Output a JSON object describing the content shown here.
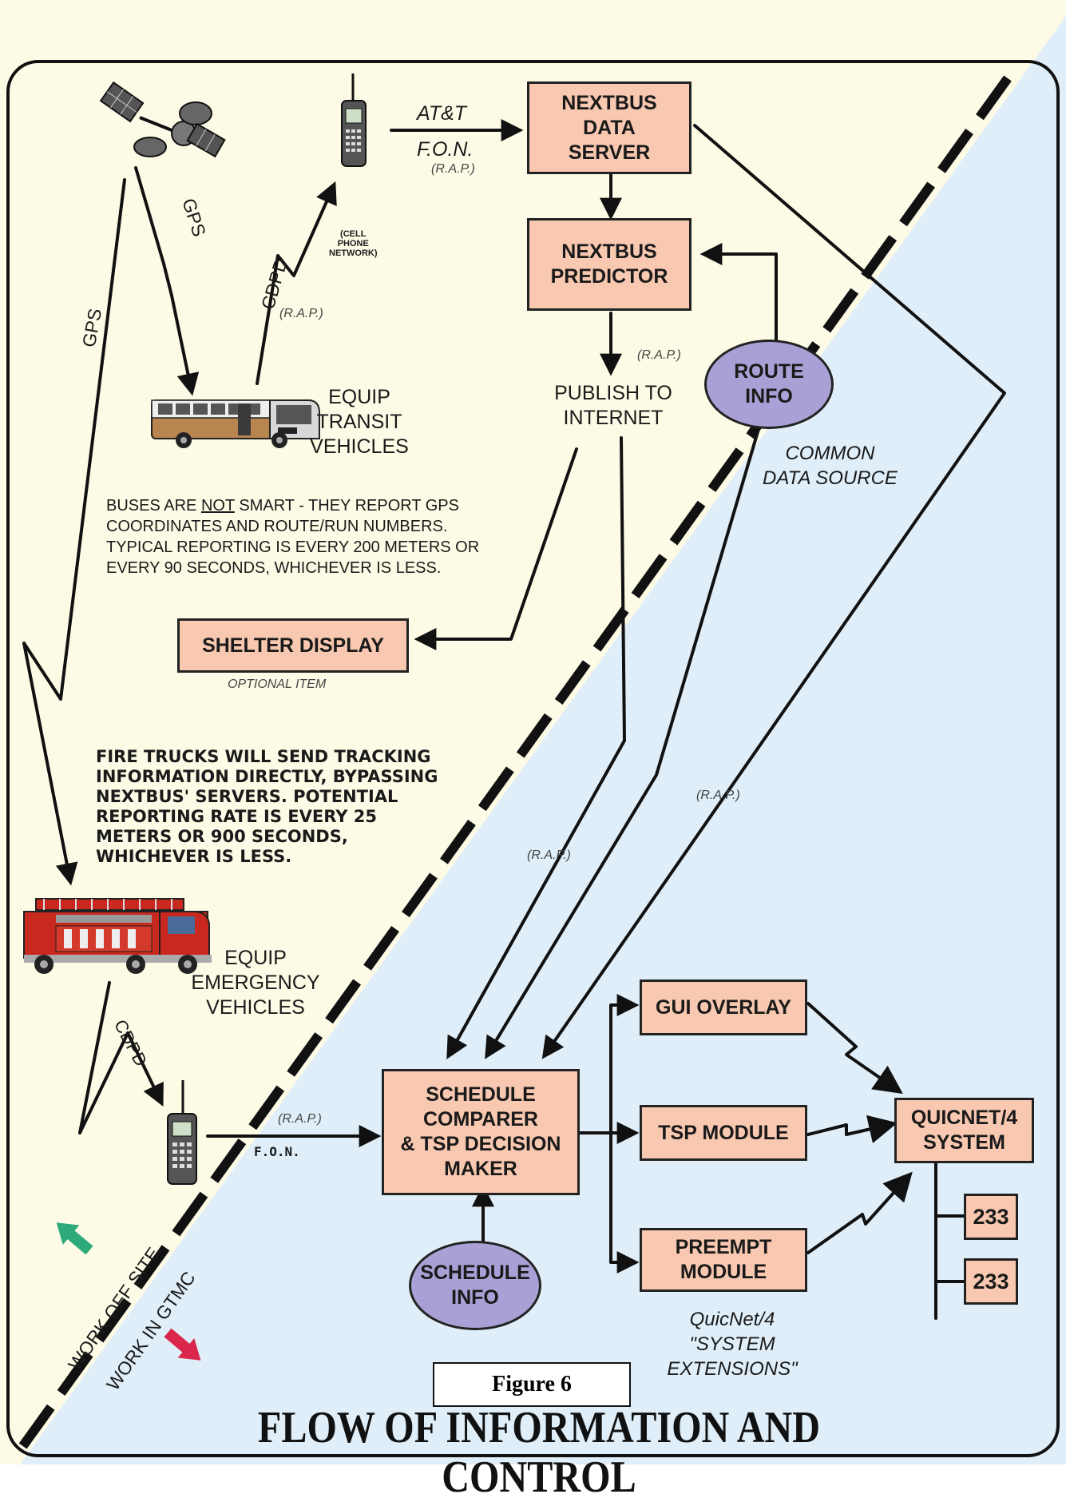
{
  "colors": {
    "upper_bg": "#fdfbe6",
    "lower_bg": "#dfeef8",
    "box_fill": "#f8c8b0",
    "oval_fill": "#a9a1d6",
    "arrow_up_green": "#2eaa7a",
    "arrow_down_red": "#d9264a"
  },
  "icons": [
    "satellite-icon",
    "cell-phone-icon",
    "bus-icon",
    "fire-truck-icon",
    "cell-phone-icon"
  ],
  "boxes": {
    "nextbus_server": "NEXTBUS\nDATA\nSERVER",
    "predictor": "NEXTBUS\nPREDICTOR",
    "shelter": "SHELTER DISPLAY",
    "comparer": "SCHEDULE\nCOMPARER\n& TSP DECISION\nMAKER",
    "gui": "GUI OVERLAY",
    "tsp": "TSP MODULE",
    "preempt": "PREEMPT\nMODULE",
    "quicnet": "QUICNET/4\nSYSTEM",
    "ctrl1": "233",
    "ctrl2": "233"
  },
  "ovals": {
    "route": "ROUTE\nINFO",
    "schedule": "SCHEDULE\nINFO"
  },
  "labels": {
    "att": "AT&T",
    "fon_top": "F.O.N.",
    "rap": "(R.A.P.)",
    "cell_network": "(CELL\nPHONE\nNETWORK)",
    "gps": "GPS",
    "cdpd": "CDPD",
    "equip_transit": "EQUIP\nTRANSIT\nVEHICLES",
    "publish": "PUBLISH TO\nINTERNET",
    "common": "COMMON\nDATA SOURCE",
    "buses_prefix": "BUSES ARE ",
    "buses_not": "NOT",
    "buses_rest": " SMART - THEY REPORT GPS\nCOORDINATES AND ROUTE/RUN NUMBERS.\nTYPICAL REPORTING IS EVERY 200 METERS OR\nEVERY 90 SECONDS, WHICHEVER IS LESS.",
    "optional": "OPTIONAL ITEM",
    "fire_note": "FIRE TRUCKS WILL SEND TRACKING\nINFORMATION DIRECTLY, BYPASSING\nNEXTBUS' SERVERS. POTENTIAL\nREPORTING RATE IS EVERY 25\nMETERS OR 900 SECONDS,\nWHICHEVER IS LESS.",
    "equip_emergency": "EQUIP\nEMERGENCY\nVEHICLES",
    "fon_bottom": "F.O.N.",
    "quicnet_ext": "QuicNet/4\n\"SYSTEM\nEXTENSIONS\"",
    "work_off": "WORK OFF SITE",
    "work_in": "WORK IN GTMC",
    "figure": "Figure 6",
    "title": "FLOW OF INFORMATION AND CONTROL"
  }
}
